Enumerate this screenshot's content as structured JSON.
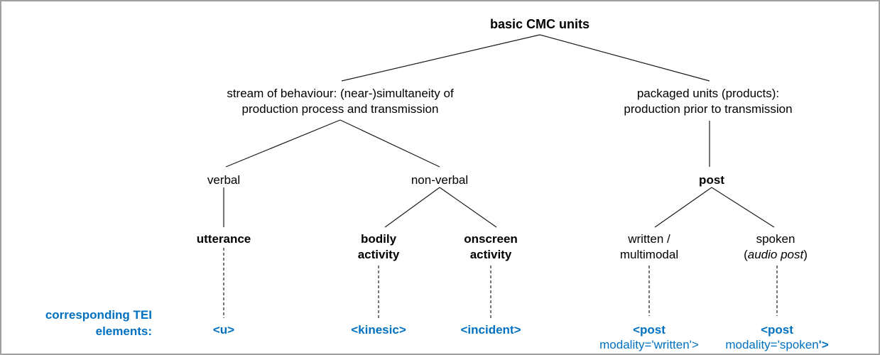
{
  "diagram": {
    "root": {
      "label": "basic CMC units"
    },
    "level1": {
      "stream": {
        "line1": "stream of behaviour: (near-)simultaneity of",
        "line2": "production process and transmission"
      },
      "packaged": {
        "line1": "packaged units (products):",
        "line2": "production prior to transmission"
      }
    },
    "level2": {
      "verbal": "verbal",
      "nonverbal": "non-verbal",
      "post": "post"
    },
    "level3": {
      "utterance": "utterance",
      "bodily": {
        "line1": "bodily",
        "line2": "activity"
      },
      "onscreen": {
        "line1": "onscreen",
        "line2": "activity"
      },
      "written": {
        "line1": "written /",
        "line2": "multimodal"
      },
      "spoken": {
        "line1": "spoken",
        "line2_open": "(",
        "line2_italic": "audio post",
        "line2_close": ")"
      }
    },
    "tei_row": {
      "caption_line1": "corresponding TEI",
      "caption_line2": "elements:",
      "u": "<u>",
      "kinesic": "<kinesic>",
      "incident": "<incident>",
      "post_written": {
        "line1": "<post",
        "line2": "modality='written'>"
      },
      "post_spoken": {
        "line1": "<post",
        "line2_regular": "modality='spoken",
        "line2_bold": "'>"
      }
    },
    "colors": {
      "tei_blue": "#0070C0",
      "line_black": "#1a1a1a",
      "frame_gray": "#a0a0a0"
    }
  }
}
